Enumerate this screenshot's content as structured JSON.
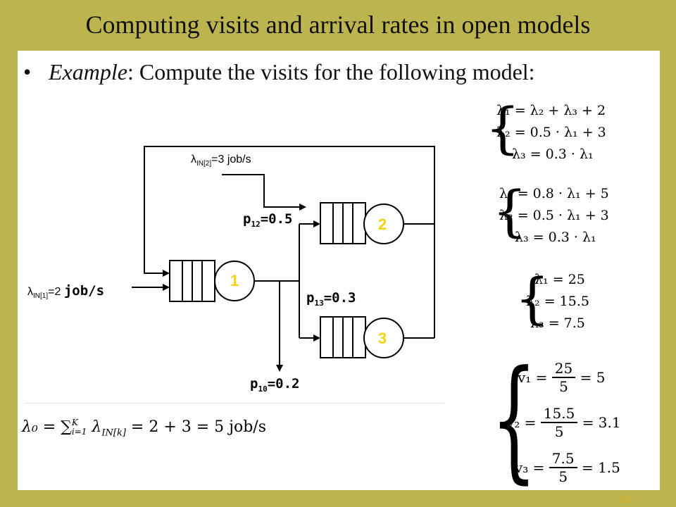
{
  "title": "Computing visits and arrival rates in open models",
  "bullet": {
    "marker": "•",
    "lead": "Example",
    "rest": ": Compute the visits for the following model:"
  },
  "diagram": {
    "lambda_in2": {
      "sym": "λ",
      "sub": "IN[2]",
      "text": "=3 job/s"
    },
    "lambda_in1": {
      "sym": "λ",
      "sub": "IN[1]",
      "text": "=2 ",
      "mono": "job/s"
    },
    "p12": {
      "p": "p",
      "sub": "12",
      "val": "=0.5"
    },
    "p13": {
      "p": "p",
      "sub": "13",
      "val": "=0.3"
    },
    "p10": {
      "p": "p",
      "sub": "10",
      "val": "=0.2"
    },
    "nodes": [
      "1",
      "2",
      "3"
    ]
  },
  "system1": [
    "λ₁ = λ₂ + λ₃ + 2",
    "λ₂ = 0.5 · λ₁ + 3",
    "λ₃ = 0.3 · λ₁"
  ],
  "system2": [
    "λ₁ = 0.8 · λ₁ + 5",
    "λ₂ = 0.5 · λ₁ + 3",
    "λ₃ = 0.3 · λ₁"
  ],
  "system3": [
    "λ₁ = 25",
    "λ₂ = 15.5",
    "λ₃ = 7.5"
  ],
  "visits": [
    {
      "lhs": "v₁ =",
      "num": "25",
      "den": "5",
      "rhs": "= 5"
    },
    {
      "lhs": "v₂ =",
      "num": "15.5",
      "den": "5",
      "rhs": "= 3.1"
    },
    {
      "lhs": "v₃ =",
      "num": "7.5",
      "den": "5",
      "rhs": "= 1.5"
    }
  ],
  "lambda0": {
    "lhs": "λ₀ = ∑",
    "limits_top": "K",
    "limits_bottom": "i=1",
    "term": "λ",
    "term_sub": "IN[k]",
    "rhs": " = 2 + 3 = 5 job/s"
  },
  "page_number": "10"
}
